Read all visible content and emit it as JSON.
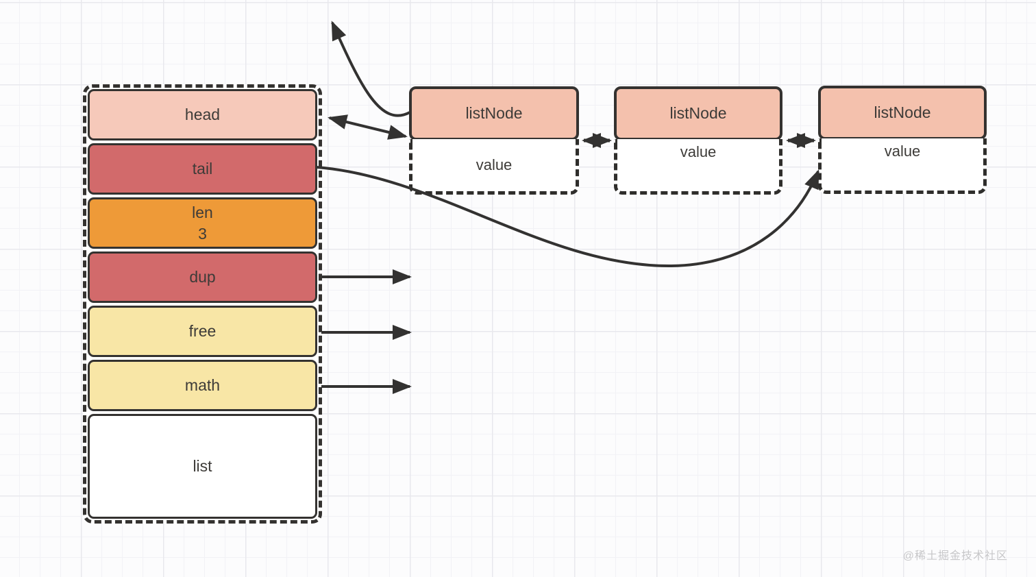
{
  "diagram": {
    "title_hint": "linked-list structure diagram",
    "list_struct": {
      "fields": [
        {
          "label": "head",
          "color": "#f6c9ba"
        },
        {
          "label": "tail",
          "color": "#d26a6b"
        },
        {
          "label": "len",
          "value": "3",
          "color": "#ee9a38"
        },
        {
          "label": "dup",
          "color": "#d26a6b"
        },
        {
          "label": "free",
          "color": "#f8e6a6"
        },
        {
          "label": "math",
          "color": "#f8e6a6"
        },
        {
          "label": "list",
          "color": "#ffffff"
        }
      ]
    },
    "nodes": [
      {
        "title": "listNode",
        "value_label": "value"
      },
      {
        "title": "listNode",
        "value_label": "value"
      },
      {
        "title": "listNode",
        "value_label": "value"
      }
    ],
    "arrows": [
      {
        "name": "head-listnode1-link",
        "from": "head",
        "to": "listNode-1",
        "style": "double-headed-line"
      },
      {
        "name": "listnode1-up",
        "from": "listNode-1",
        "to": "off-canvas-top",
        "style": "curved-arrow"
      },
      {
        "name": "tail-to-listnode3",
        "from": "tail",
        "to": "listNode-3",
        "style": "curved-arrow"
      },
      {
        "name": "dup-pointer",
        "from": "dup",
        "to": "right",
        "style": "arrow"
      },
      {
        "name": "free-pointer",
        "from": "free",
        "to": "right",
        "style": "arrow"
      },
      {
        "name": "math-pointer",
        "from": "math",
        "to": "right",
        "style": "arrow"
      },
      {
        "name": "node1-node2-link",
        "from": "listNode-1",
        "to": "listNode-2",
        "style": "double-headed-arrow"
      },
      {
        "name": "node2-node3-link",
        "from": "listNode-2",
        "to": "listNode-3",
        "style": "double-headed-arrow"
      }
    ],
    "colors": {
      "border": "#343230",
      "arrow": "#333231",
      "salmon_light": "#f6c9ba",
      "salmon_node": "#f4c1ad",
      "red": "#d26a6b",
      "orange": "#ee9a38",
      "yellow": "#f8e6a6",
      "grid_minor": "#f2f2f6",
      "grid_major": "#e8e8ed"
    }
  },
  "watermark": {
    "text": "@稀土掘金技术社区",
    "color": "#c7c7c9"
  }
}
